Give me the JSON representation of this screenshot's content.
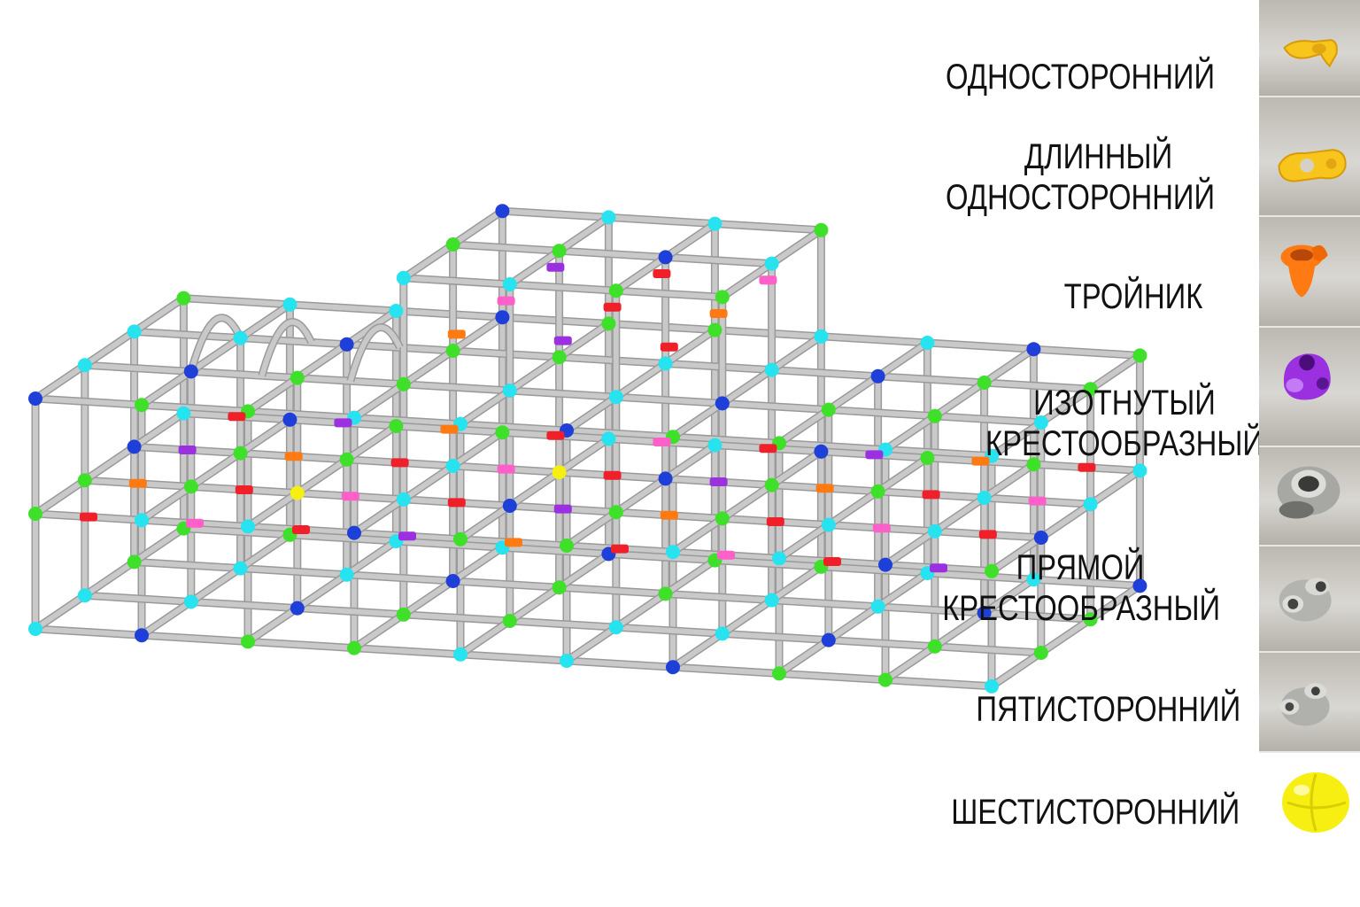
{
  "diagram": {
    "subject": "3d-pipe-frame-play-structure",
    "colors": {
      "pipe": "#c9c9c9",
      "pipe_edge": "#9a9a9a",
      "one_sided": "#f7c51c",
      "long_one_sided": "#ff5fc8",
      "tee": "#ff7a12",
      "bent_cross": "#9b30e0",
      "straight_cross": "#27e3f0",
      "five_way": "#1e3fd8",
      "six_way": "#f7ef12",
      "red_clamp": "#f0202a",
      "green_joint": "#3fe02a"
    }
  },
  "legend": [
    {
      "id": "one_sided",
      "label": "ОДНОСТОРОННИЙ",
      "icon": "yellow-one-sided-clamp-icon"
    },
    {
      "id": "long_one_sided",
      "label": "ДЛИННЫЙ ОДНОСТОРОННИЙ",
      "icon": "yellow-long-clamp-icon"
    },
    {
      "id": "tee",
      "label": "ТРОЙНИК",
      "icon": "orange-tee-icon"
    },
    {
      "id": "bent_cross",
      "label": "ИЗОТНУТЫЙ КРЕСТООБРАЗНЫЙ",
      "icon": "purple-bent-cross-icon"
    },
    {
      "id": "straight_cross",
      "label": "ПРЯМОЙ КРЕСТООБРАЗНЫЙ",
      "icon": "metal-straight-cross-icon"
    },
    {
      "id": "five_way",
      "label": "ПЯТИСТОРОННИЙ",
      "icon": "metal-five-way-icon"
    },
    {
      "id": "six_way",
      "label": "ШЕСТИСТОРОННИЙ",
      "icon": "yellow-six-way-ball-icon"
    }
  ],
  "legend_lines": {
    "l1a": "ОДНОСТОРОННИЙ",
    "l2a": "ДЛИННЫЙ",
    "l2b": "ОДНОСТОРОННИЙ",
    "l3a": "ТРОЙНИК",
    "l4a": "ИЗОТНУТЫЙ",
    "l4b": "КРЕСТООБРАЗНЫЙ",
    "l5a": "ПРЯМОЙ",
    "l5b": "КРЕСТООБРАЗНЫЙ",
    "l6a": "ПЯТИСТОРОННИЙ",
    "l7a": "ШЕСТИСТОРОННИЙ"
  }
}
